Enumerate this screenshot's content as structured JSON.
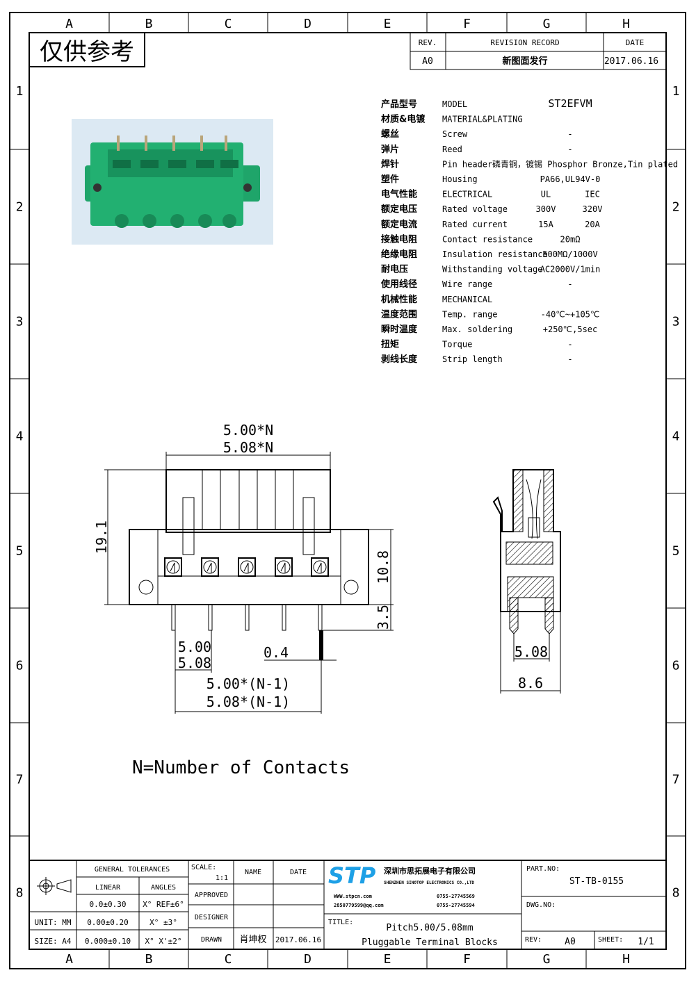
{
  "frame": {
    "columns": [
      "A",
      "B",
      "C",
      "D",
      "E",
      "F",
      "G",
      "H"
    ],
    "rows": [
      "1",
      "2",
      "3",
      "4",
      "5",
      "6",
      "7",
      "8"
    ]
  },
  "stamp": "仅供参考",
  "revision": {
    "rev_header": "REV.",
    "record_header": "REVISION RECORD",
    "date_header": "DATE",
    "rev": "A0",
    "record": "新图面发行",
    "date": "2017.06.16"
  },
  "specs": [
    {
      "cn": "产品型号",
      "en": "MODEL",
      "value": "ST2EFVM"
    },
    {
      "cn": "材质&电镀",
      "en": "MATERIAL&PLATING",
      "value": ""
    },
    {
      "cn": "螺丝",
      "en": "Screw",
      "value": "-"
    },
    {
      "cn": "弹片",
      "en": "Reed",
      "value": "-"
    },
    {
      "cn": "焊针",
      "en": "Pin header",
      "value": "磷青铜，镀锡 Phosphor Bronze,Tin plated"
    },
    {
      "cn": "塑件",
      "en": "Housing",
      "value": "PA66,UL94V-0"
    },
    {
      "cn": "电气性能",
      "en": "ELECTRICAL",
      "ul": "UL",
      "iec": "IEC"
    },
    {
      "cn": "额定电压",
      "en": "Rated voltage",
      "ul": "300V",
      "iec": "320V"
    },
    {
      "cn": "额定电流",
      "en": "Rated current",
      "ul": "15A",
      "iec": "20A"
    },
    {
      "cn": "接触电阻",
      "en": "Contact resistance",
      "value": "20mΩ"
    },
    {
      "cn": "绝缘电阻",
      "en": "Insulation resistance",
      "value": "500MΩ/1000V"
    },
    {
      "cn": "耐电压",
      "en": "Withstanding voltage",
      "value": "AC2000V/1min"
    },
    {
      "cn": "使用线径",
      "en": "Wire range",
      "value": "-"
    },
    {
      "cn": "机械性能",
      "en": "MECHANICAL",
      "value": ""
    },
    {
      "cn": "温度范围",
      "en": "Temp. range",
      "value": "-40℃~+105℃"
    },
    {
      "cn": "瞬时温度",
      "en": "Max. soldering",
      "value": "+250℃,5sec"
    },
    {
      "cn": "扭矩",
      "en": "Torque",
      "value": "-"
    },
    {
      "cn": "剥线长度",
      "en": "Strip length",
      "value": "-"
    }
  ],
  "dimensions": {
    "width_a": "5.00*N",
    "width_b": "5.08*N",
    "height": "19.1",
    "body_h": "10.8",
    "pin_len": "3.5",
    "pitch_a": "5.00",
    "pitch_b": "5.08",
    "pin_w": "0.4",
    "span_a": "5.00*(N-1)",
    "span_b": "5.08*(N-1)",
    "side_pitch": "5.08",
    "side_depth": "8.6"
  },
  "note": "N=Number of Contacts",
  "title_block": {
    "general_tolerances": "GENERAL TOLERANCES",
    "linear": "LINEAR",
    "angles": "ANGLES",
    "lin1": "0.0±0.30",
    "ang1": "X° REF±6°",
    "unit": "UNIT: MM",
    "lin2": "0.00±0.20",
    "ang2": "X° ±3°",
    "size": "SIZE: A4",
    "lin3": "0.000±0.10",
    "ang3": "X° X'±2°",
    "scale_label": "SCALE:",
    "scale": "1:1",
    "name": "NAME",
    "date": "DATE",
    "approved": "APPROVED",
    "designer": "DESIGNER",
    "drawn": "DRAWN",
    "drawn_name": "肖坤权",
    "drawn_date": "2017.06.16",
    "logo": "STP",
    "company_cn": "深圳市思拓展电子有限公司",
    "company_en": "SHENZHEN SINOTOP ELECTRONICS CO.,LTD",
    "contact1": "WWW.stpcn.com",
    "contact2": "0755-27745569",
    "contact3": "2850779599@qq.com",
    "contact4": "0755-27745594",
    "title_label": "TITLE:",
    "title1": "Pitch5.00/5.08mm",
    "title2": "Pluggable Terminal Blocks",
    "part_label": "PART.NO:",
    "part": "ST-TB-0155",
    "dwg_label": "DWG.NO:",
    "rev_label": "REV:",
    "rev": "A0",
    "sheet_label": "SHEET:",
    "sheet": "1/1"
  },
  "colors": {
    "housing_green": "#1fa56a",
    "photo_bg": "#dce9f3",
    "logo_blue": "#1ea0e6"
  }
}
